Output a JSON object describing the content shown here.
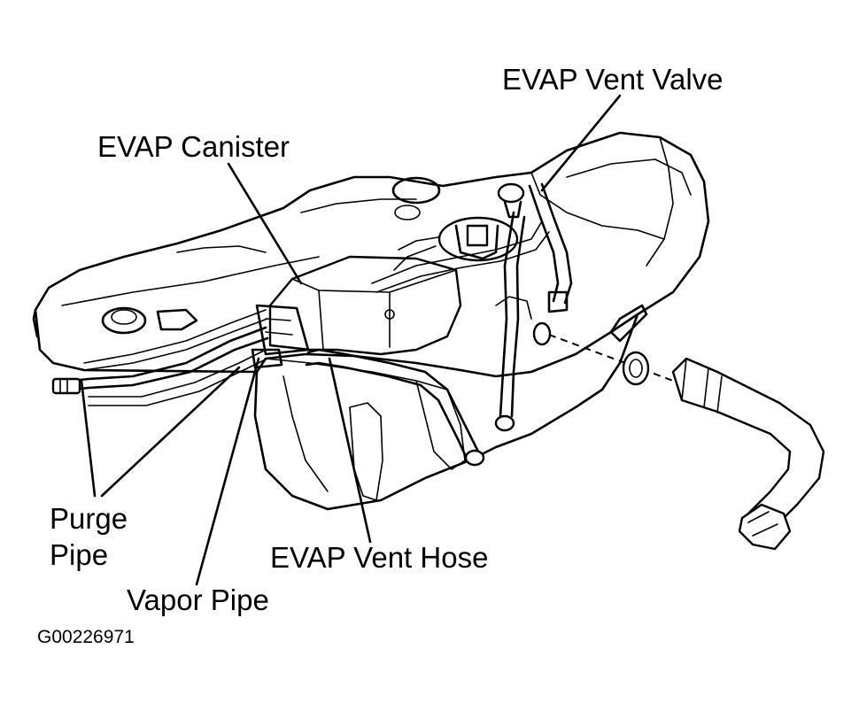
{
  "labels": {
    "evap_vent_valve": "EVAP Vent Valve",
    "evap_canister": "EVAP Canister",
    "purge_pipe_line1": "Purge",
    "purge_pipe_line2": "Pipe",
    "evap_vent_hose": "EVAP Vent Hose",
    "vapor_pipe": "Vapor Pipe"
  },
  "figure_code": "G00226971"
}
